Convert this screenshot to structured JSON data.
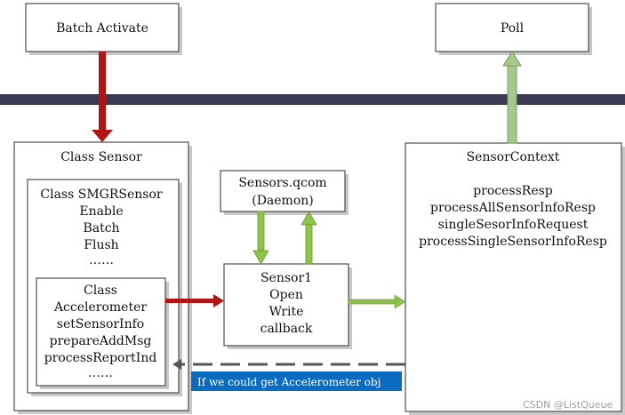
{
  "boxes": {
    "batch_activate": {
      "label": "Batch Activate"
    },
    "poll": {
      "label": "Poll"
    },
    "class_sensor": {
      "title": "Class Sensor"
    },
    "class_smgrsensor": {
      "lines": [
        "Class SMGRSensor",
        "Enable",
        "Batch",
        "Flush",
        "……"
      ]
    },
    "class_accelerometer": {
      "lines": [
        "Class",
        "Accelerometer",
        "setSensorInfo",
        "prepareAddMsg",
        "processReportInd",
        "……"
      ]
    },
    "sensors_qcom": {
      "lines": [
        "Sensors.qcom",
        "(Daemon)"
      ]
    },
    "sensor1": {
      "lines": [
        "Sensor1",
        "Open",
        "Write",
        "callback"
      ]
    },
    "sensor_context": {
      "title": "SensorContext",
      "methods": [
        "processResp",
        "processAllSensorInfoResp",
        "singleSesorInfoRequest",
        "processSingleSensorInfoResp"
      ]
    }
  },
  "note": "If we could get Accelerometer obj",
  "watermark": "CSDN @ListQueue",
  "colors": {
    "arrow_red": "#b01414",
    "arrow_green": "#8fc24a",
    "arrow_green_pale": "#a6c88c",
    "band": "#3b3a52",
    "note_bg": "#0b6bbf"
  }
}
